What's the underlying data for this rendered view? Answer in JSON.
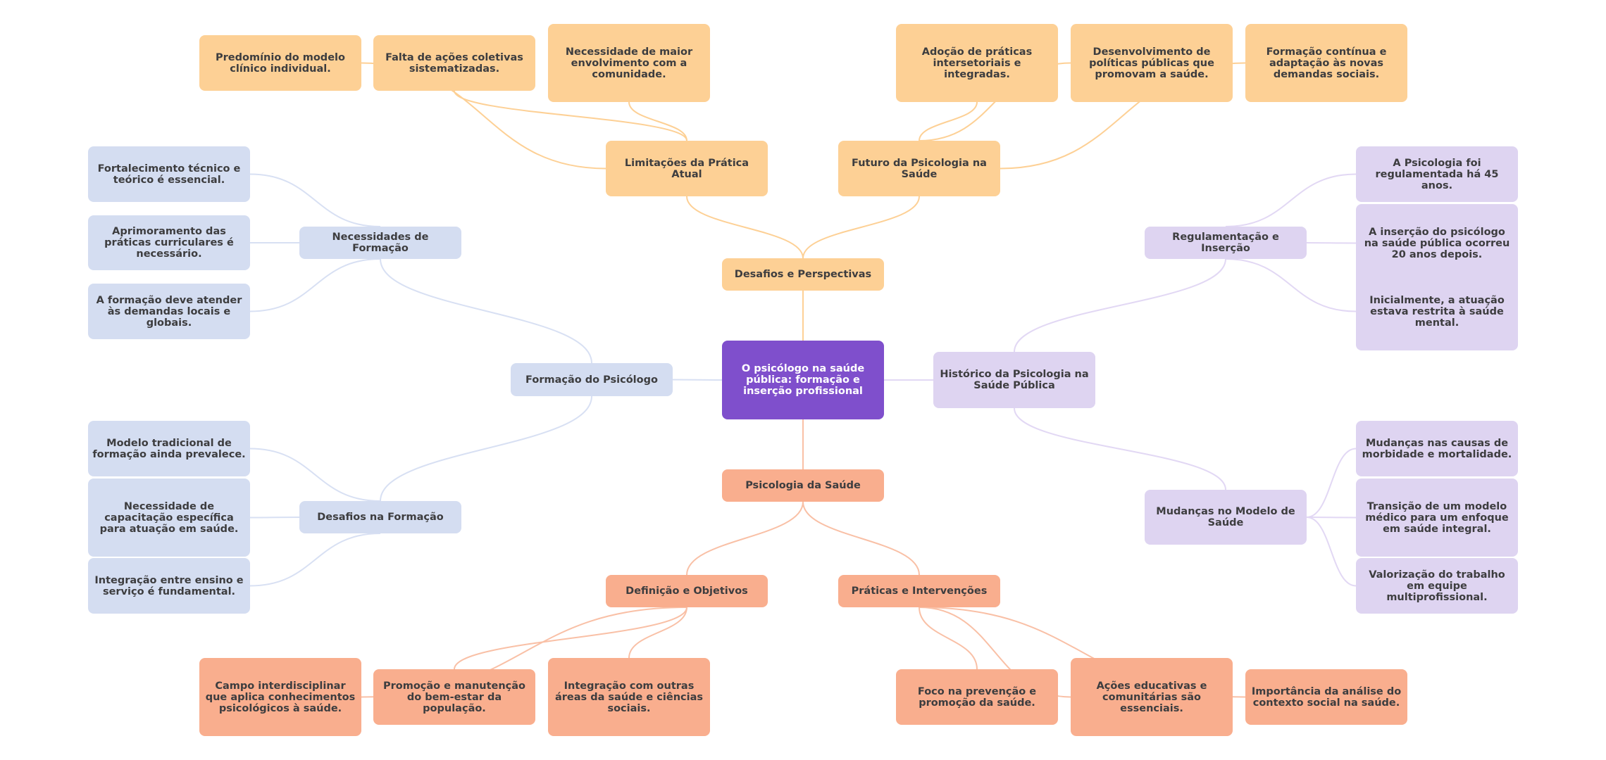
{
  "title": "O psicólogo na saúde pública: formação e inserção profissional",
  "colors": {
    "root": "#7f4fcc",
    "desafios_perspectivas": "#fdd095",
    "psicologia_saude": "#f9ae8e",
    "formacao": "#d4ddf1",
    "historico": "#ded4f1",
    "edge_orange": "#fdd095",
    "edge_salmon": "#f9c0a6",
    "edge_blue": "#d8e0f3",
    "edge_purple": "#e2d8f4"
  },
  "root": {
    "label": "O psicólogo na saúde pública: formação e inserção profissional",
    "branches": [
      {
        "label": "Desafios e Perspectivas",
        "children": [
          {
            "label": "Limitações da Prática Atual",
            "children": [
              "Predomínio do modelo clínico individual.",
              "Falta de ações coletivas sistematizadas.",
              "Necessidade de maior envolvimento com a comunidade."
            ]
          },
          {
            "label": "Futuro da Psicologia na Saúde",
            "children": [
              "Adoção de práticas intersetoriais e integradas.",
              "Desenvolvimento de políticas públicas que promovam a saúde.",
              "Formação contínua e adaptação às novas demandas sociais."
            ]
          }
        ]
      },
      {
        "label": "Formação do Psicólogo",
        "children": [
          {
            "label": "Necessidades de Formação",
            "children": [
              "Fortalecimento técnico e teórico é essencial.",
              "Aprimoramento das práticas curriculares é necessário.",
              "A formação deve atender às demandas locais e globais."
            ]
          },
          {
            "label": "Desafios na Formação",
            "children": [
              "Modelo tradicional de formação ainda prevalece.",
              "Necessidade de capacitação específica para atuação em saúde.",
              "Integração entre ensino e serviço é fundamental."
            ]
          }
        ]
      },
      {
        "label": "Histórico da Psicologia na Saúde Pública",
        "children": [
          {
            "label": "Regulamentação e Inserção",
            "children": [
              "A Psicologia foi regulamentada há 45 anos.",
              "A inserção do psicólogo na saúde pública ocorreu 20 anos depois.",
              "Inicialmente, a atuação estava restrita à saúde mental."
            ]
          },
          {
            "label": "Mudanças no Modelo de Saúde",
            "children": [
              "Mudanças nas causas de morbidade e mortalidade.",
              "Transição de um modelo médico para um enfoque em saúde integral.",
              "Valorização do trabalho em equipe multiprofissional."
            ]
          }
        ]
      },
      {
        "label": "Psicologia da Saúde",
        "children": [
          {
            "label": "Definição e Objetivos",
            "children": [
              "Campo interdisciplinar que aplica conhecimentos psicológicos à saúde.",
              "Promoção e manutenção do bem-estar da população.",
              "Integração com outras áreas da saúde e ciências sociais."
            ]
          },
          {
            "label": "Práticas e Intervenções",
            "children": [
              "Foco na prevenção e promoção da saúde.",
              "Ações educativas e comunitárias são essenciais.",
              "Importância da análise do contexto social na saúde."
            ]
          }
        ]
      }
    ]
  }
}
